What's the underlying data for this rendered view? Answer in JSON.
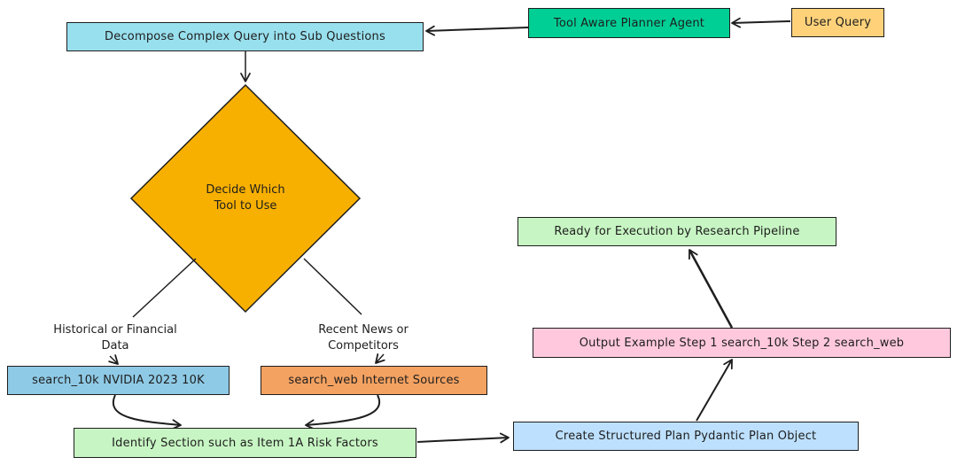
{
  "colors": {
    "user_query": "#ffd27a",
    "planner": "#00cf95",
    "decompose": "#99e0ee",
    "decision": "#f8b000",
    "search_10k": "#8ecae6",
    "search_web": "#f4a261",
    "identify": "#c7f5c3",
    "create_plan": "#bde0fe",
    "output_example": "#ffc8dd",
    "ready": "#c7f5c3",
    "stroke": "#1e1e1e"
  },
  "nodes": {
    "user_query": "User Query",
    "planner": "Tool Aware Planner Agent",
    "decompose": "Decompose Complex Query into Sub Questions",
    "decision_line1": "Decide Which",
    "decision_line2": "Tool to Use",
    "search_10k": "search_10k NVIDIA 2023 10K",
    "search_web": "search_web Internet Sources",
    "identify": "Identify Section such as Item 1A Risk Factors",
    "create_plan": "Create Structured Plan Pydantic Plan Object",
    "output_example": "Output Example Step 1 search_10k Step 2 search_web",
    "ready": "Ready for Execution by Research Pipeline"
  },
  "edge_labels": {
    "historical_line1": "Historical or Financial",
    "historical_line2": "Data",
    "recent_line1": "Recent News or",
    "recent_line2": "Competitors"
  }
}
